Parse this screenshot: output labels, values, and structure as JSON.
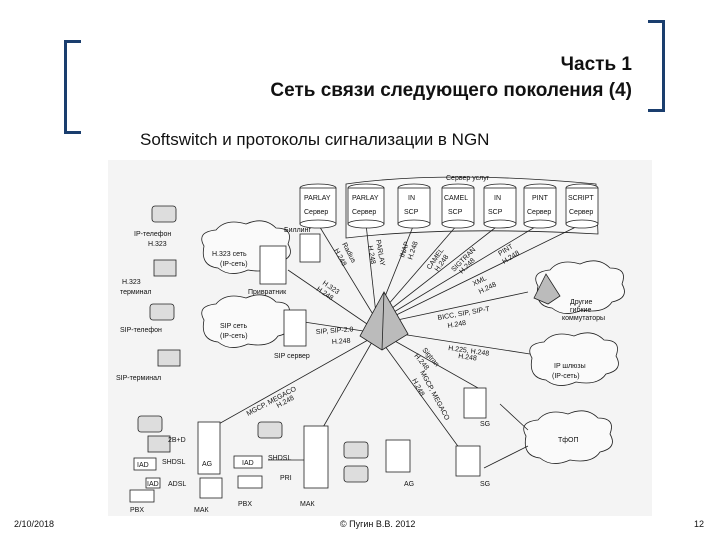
{
  "header": {
    "title_line1": "Часть 1",
    "title_line2": "Сеть связи следующего поколения (4)"
  },
  "subtitle": "Softswitch и протоколы сигнализации в NGN",
  "diagram": {
    "service_server_label": "Сервер услуг",
    "service_db": [
      {
        "top": "PARLAY",
        "bottom": "Сервер"
      },
      {
        "top": "PARLAY",
        "bottom": "Сервер"
      },
      {
        "top": "IN",
        "bottom": "SCP"
      },
      {
        "top": "CAMEL",
        "bottom": "SCP"
      },
      {
        "top": "IN",
        "bottom": "SCP"
      },
      {
        "top": "PINT",
        "bottom": "Сервер"
      },
      {
        "top": "SCRIPT",
        "bottom": "Сервер"
      }
    ],
    "billing": "Биллинг",
    "ip_phone": "IP-телефон",
    "h323_a": "H.323",
    "h323_net": "H.323 сеть",
    "h323_net_sub": "(IP-сеть)",
    "h323_term_a": "H.323",
    "h323_term_b": "терминал",
    "gatekeeper": "Привратник",
    "sip_phone": "SIP-телефон",
    "sip_net": "SIP сеть",
    "sip_net_sub": "(IP-сеть)",
    "sip_server": "SIP сервер",
    "sip_terminal": "SIP-терминал",
    "other_switches_1": "Другие",
    "other_switches_2": "гибкие",
    "other_switches_3": "коммутаторы",
    "ip_gateways_1": "IP шлюзы",
    "ip_gateways_2": "(IP-сеть)",
    "pstn": "ТфОП",
    "sg1": "SG",
    "sg2": "SG",
    "ag_small": "AG",
    "protocols": {
      "radius": "Radius",
      "h248_a": "H.248",
      "parlay": "PARLAY",
      "h248_b": "H.248",
      "inap": "INAP",
      "h248_c": "H.248",
      "camel": "CAMEL",
      "h248_d": "H.248",
      "sigtran": "SIGTRAN",
      "h248_e": "H.248",
      "pint": "PINT",
      "h248_f": "H.248",
      "xml": "XML",
      "h248_g": "H.248",
      "bicc": "BICC, SIP, SIP-T",
      "h248_h": "H.248",
      "h225": "H.225, H.248",
      "h248_i": "H.248",
      "h323_link": "H.323",
      "h248_j": "H.248",
      "sip2": "SIP, SIP-2.0",
      "h248_k": "H.248",
      "mgcp": "MGCP, MEGACO",
      "h248_l": "H.248",
      "sigtran2": "Sigtran",
      "h248_m": "H.248",
      "mgcp2": "MGCP, MEGACO",
      "h248_n": "H.248"
    },
    "access_left": {
      "isdn": "2B+D",
      "shdsl": "SHDSL",
      "adsl": "ADSL",
      "iad1": "IAD",
      "iad2": "IAD",
      "ag": "AG",
      "pbx": "PBX",
      "mak": "МАК"
    },
    "access_mid": {
      "shdsl": "SHDSL",
      "iad": "IAD",
      "pri": "PRI",
      "pbx": "PBX",
      "mak": "МАК"
    }
  },
  "footer": {
    "date": "2/10/2018",
    "copyright": "© Пугин В.В. 2012",
    "page": "12"
  }
}
